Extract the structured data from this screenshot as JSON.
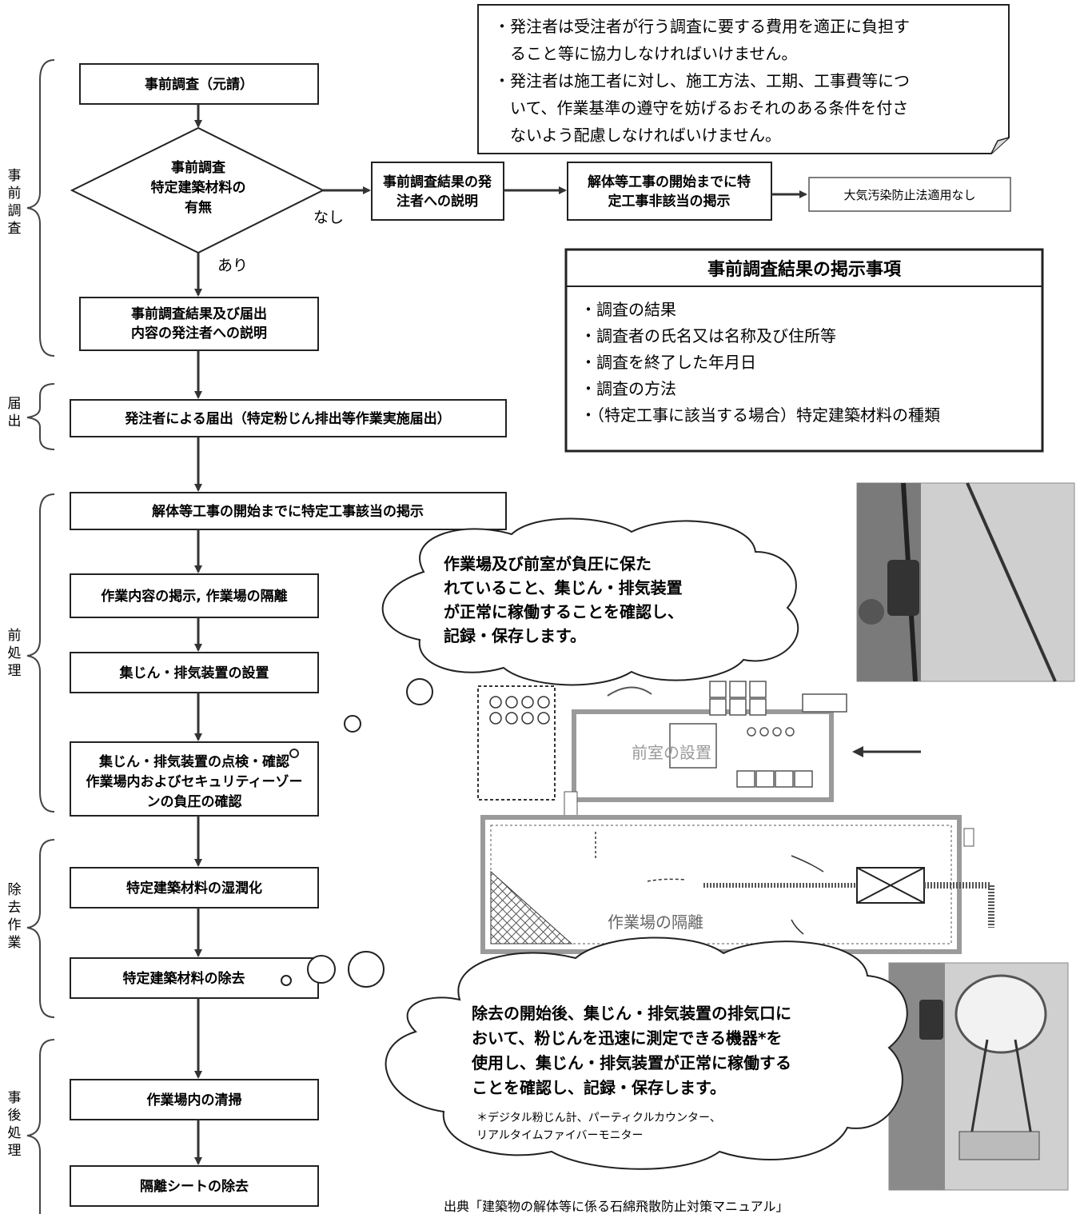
{
  "phases": {
    "pre_survey": "事\n前\n調\n査",
    "notification": "届\n出",
    "pre_treatment": "前\n処\n理",
    "removal": "除\n去\n作\n業",
    "post_treatment": "事\n後\n処\n理"
  },
  "steps": {
    "pre_survey": "事前調査（元請）",
    "decision_lines": [
      "事前調査",
      "特定建築材料の",
      "有無"
    ],
    "no_label": "なし",
    "yes_label": "あり",
    "no_branch_1": [
      "事前調査結果の発",
      "注者への説明"
    ],
    "no_branch_2": [
      "解体等工事の開始までに特",
      "定工事非該当の掲示"
    ],
    "no_branch_3": "大気汚染防止法適用なし",
    "explain": [
      "事前調査結果及び届出",
      "内容の発注者への説明"
    ],
    "notify": "発注者による届出（特定粉じん排出等作業実施届出）",
    "post_notice": "解体等工事の開始までに特定工事該当の掲示",
    "isolation": "作業内容の掲示, 作業場の隔離",
    "install_device": "集じん・排気装置の設置",
    "check_device": [
      "集じん・排気装置の点検・確認",
      "作業場内およびセキュリティーゾー",
      "ンの負圧の確認"
    ],
    "wetting": "特定建築材料の湿潤化",
    "removal": "特定建築材料の除去",
    "cleaning": "作業場内の清掃",
    "sheet_removal": "隔離シートの除去"
  },
  "callouts": {
    "client_duties": [
      "・発注者は受注者が行う調査に要する費用を適正に負担す",
      "　ること等に協力しなければいけません。",
      "・発注者は施工者に対し、施工方法、工期、工事費等につ",
      "　いて、作業基準の遵守を妨げるおそれのある条件を付さ",
      "　ないよう配慮しなければいけません。"
    ],
    "posting_title": "事前調査結果の掲示事項",
    "posting_items": [
      "・調査の結果",
      "・調査者の氏名又は名称及び住所等",
      "・調査を終了した年月日",
      "・調査の方法",
      "・（特定工事に該当する場合）特定建築材料の種類"
    ],
    "cloud_top": [
      "作業場及び前室が負圧に保た",
      "れていること、集じん・排気装置",
      "が正常に稼働することを確認し、",
      "記録・保存します。"
    ],
    "cloud_bottom": [
      "除去の開始後、集じん・排気装置の排気口に",
      "おいて、粉じんを迅速に測定できる機器*を",
      "使用し、集じん・排気装置が正常に稼働する",
      "ことを確認し、記録・保存します。"
    ],
    "cloud_bottom_note": [
      "＊デジタル粉じん計、パーティクルカウンター、",
      "リアルタイムファイバーモニター"
    ]
  },
  "plan": {
    "anteroom_label": "前室の設置",
    "workspace_label": "作業場の隔離"
  },
  "source": "出典「建築物の解体等に係る石綿飛散防止対策マニュアル」",
  "colors": {
    "line": "#222222",
    "photo_dark": "#5a5a5a",
    "photo_light": "#d8d8d8",
    "plan_gray": "#9a9a9a"
  }
}
